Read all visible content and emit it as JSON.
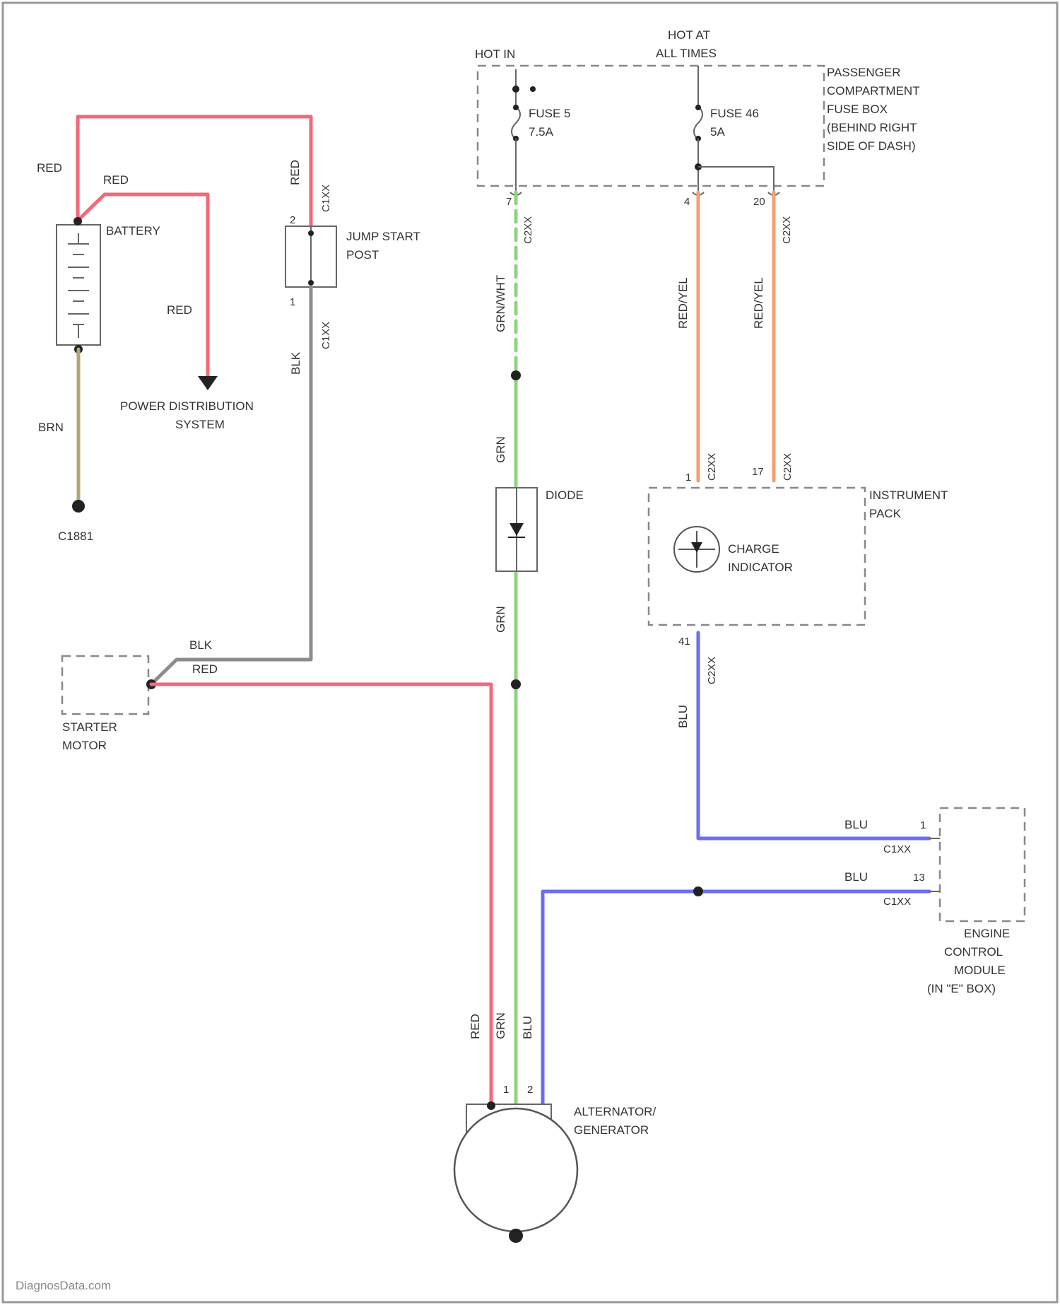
{
  "colors": {
    "red_wire": "#f06a78",
    "gray_wire": "#8c8c8c",
    "brown_wire": "#b5a47a",
    "green_wire": "#8fd47e",
    "orange_wire": "#f4a070",
    "blue_wire": "#6a6ef0"
  },
  "labels": {
    "hot_in": "HOT IN",
    "hot_at_all_times_1": "HOT AT",
    "hot_at_all_times_2": "ALL TIMES",
    "fuse_box_1": "PASSENGER",
    "fuse_box_2": "COMPARTMENT",
    "fuse_box_3": "FUSE BOX",
    "fuse_box_4": "(BEHIND RIGHT",
    "fuse_box_5": "SIDE OF DASH)",
    "fuse5_name": "FUSE 5",
    "fuse5_rating": "7.5A",
    "fuse46_name": "FUSE 46",
    "fuse46_rating": "5A",
    "battery": "BATTERY",
    "jump_start_1": "JUMP START",
    "jump_start_2": "POST",
    "power_dist_1": "POWER DISTRIBUTION",
    "power_dist_2": "SYSTEM",
    "c1881": "C1881",
    "starter_1": "STARTER",
    "starter_2": "MOTOR",
    "diode": "DIODE",
    "instrument_1": "INSTRUMENT",
    "instrument_2": "PACK",
    "charge_1": "CHARGE",
    "charge_2": "INDICATOR",
    "ecm_1": "ENGINE",
    "ecm_2": "CONTROL",
    "ecm_3": "MODULE",
    "ecm_4": "(IN \"E\" BOX)",
    "alt_1": "ALTERNATOR/",
    "alt_2": "GENERATOR",
    "watermark": "DiagnosData.com"
  },
  "wire_labels": {
    "red_top": "RED",
    "red_battery": "RED",
    "red_pds": "RED",
    "red_jump": "RED",
    "brn": "BRN",
    "blk_jump": "BLK",
    "blk_starter": "BLK",
    "red_starter": "RED",
    "grn_wht": "GRN/WHT",
    "grn_upper": "GRN",
    "grn_lower": "GRN",
    "red_yel_1": "RED/YEL",
    "red_yel_2": "RED/YEL",
    "blu_instr": "BLU",
    "blu_ecm_1": "BLU",
    "blu_ecm_2": "BLU",
    "alt_red": "RED",
    "alt_grn": "GRN",
    "alt_blu": "BLU"
  },
  "connectors": {
    "c_fuse5": "C2XX",
    "c_fuse46a": "C2XX",
    "c_fuse46b": "C2XX",
    "c_jump_top": "C1XX",
    "c_jump_bot": "C1XX",
    "c_instr_1": "C2XX",
    "c_instr_2": "C2XX",
    "c_instr_3": "C2XX",
    "c_ecm_1": "C1XX",
    "c_ecm_2": "C1XX"
  },
  "pins": {
    "p_fuse5": "7",
    "p_fuse46a": "4",
    "p_fuse46b": "20",
    "p_instr_1": "1",
    "p_instr_2": "17",
    "p_instr_3": "41",
    "p_ecm_1": "1",
    "p_ecm_2": "13",
    "p_jump_top": "2",
    "p_jump_bot": "1",
    "p_alt_1": "1",
    "p_alt_2": "2"
  },
  "icons": {
    "fuse": "fuse-icon",
    "battery": "battery-icon",
    "diode": "diode-icon",
    "lamp": "lamp-icon",
    "alternator": "alternator-icon"
  }
}
